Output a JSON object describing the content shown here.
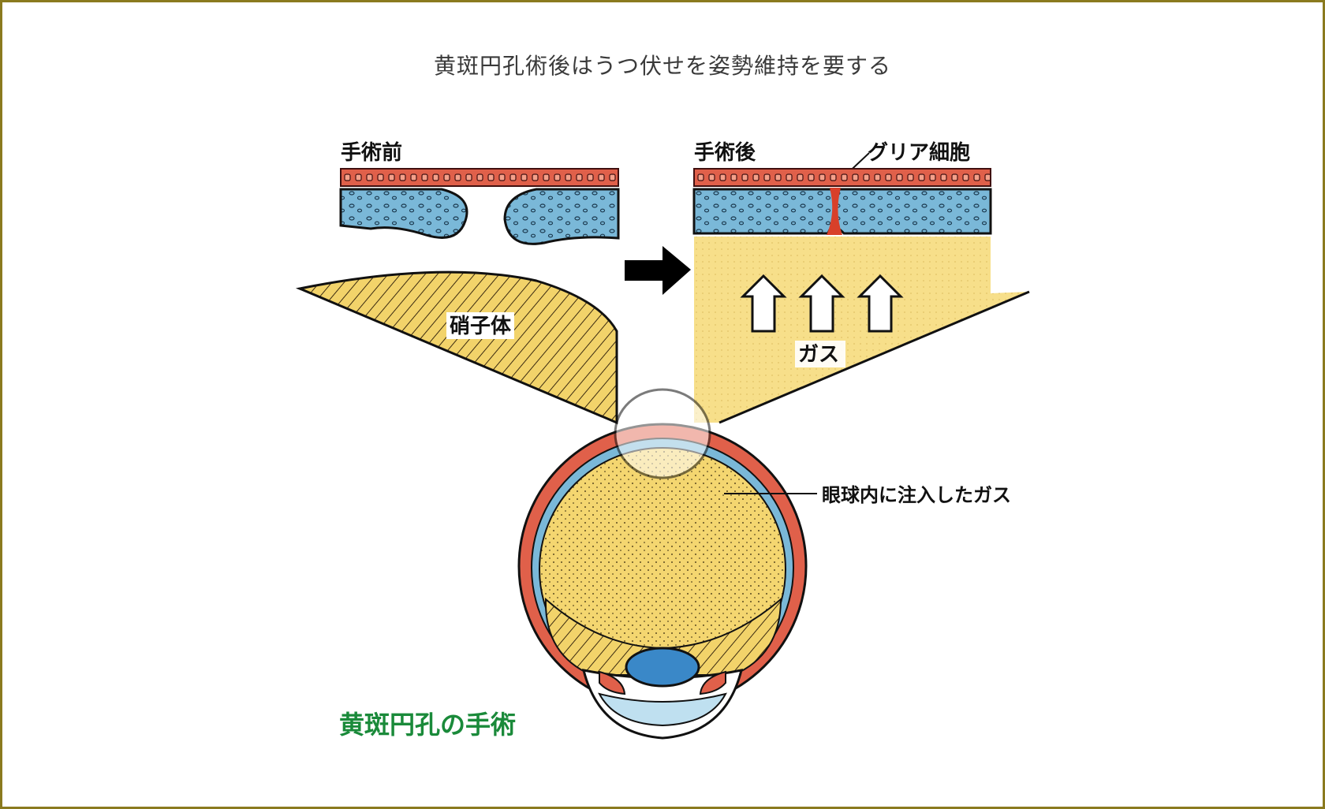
{
  "caption": "黄斑円孔術後はうつ伏せを姿勢維持を要する",
  "labels": {
    "before_surgery": "手術前",
    "after_surgery": "手術後",
    "glial_cells": "グリア細胞",
    "vitreous": "硝子体",
    "gas": "ガス",
    "intraocular_gas": "眼球内に注入したガス",
    "title": "黄斑円孔の手術"
  },
  "colors": {
    "frame": "#8a7a1e",
    "retina_red": "#e0604a",
    "retina_blue": "#7ab8d8",
    "vitreous_yellow": "#f2d36a",
    "gas_yellow": "#f6dc82",
    "title_green": "#1a8a3a"
  },
  "icons": [
    "right-arrow-icon",
    "up-arrow-icon"
  ]
}
